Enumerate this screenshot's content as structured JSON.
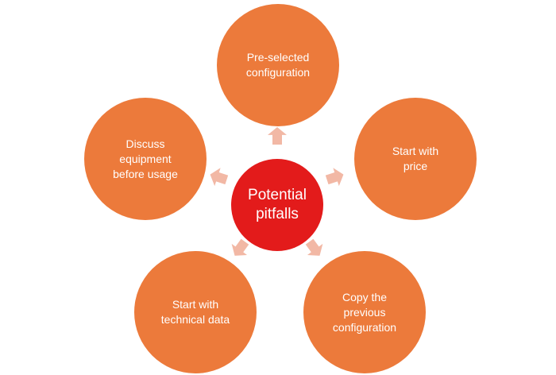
{
  "diagram": {
    "colors": {
      "center_fill": "#e31b1b",
      "outer_fill": "#ec7a3b",
      "arrow_fill": "#f2b8a5",
      "text": "#ffffff"
    },
    "center": {
      "label": "Potential\npitfalls"
    },
    "nodes": [
      {
        "label": "Pre-selected\nconfiguration"
      },
      {
        "label": "Start with\nprice"
      },
      {
        "label": "Copy the\nprevious\nconfiguration"
      },
      {
        "label": "Start with\ntechnical data"
      },
      {
        "label": "Discuss\nequipment\nbefore usage"
      }
    ]
  }
}
